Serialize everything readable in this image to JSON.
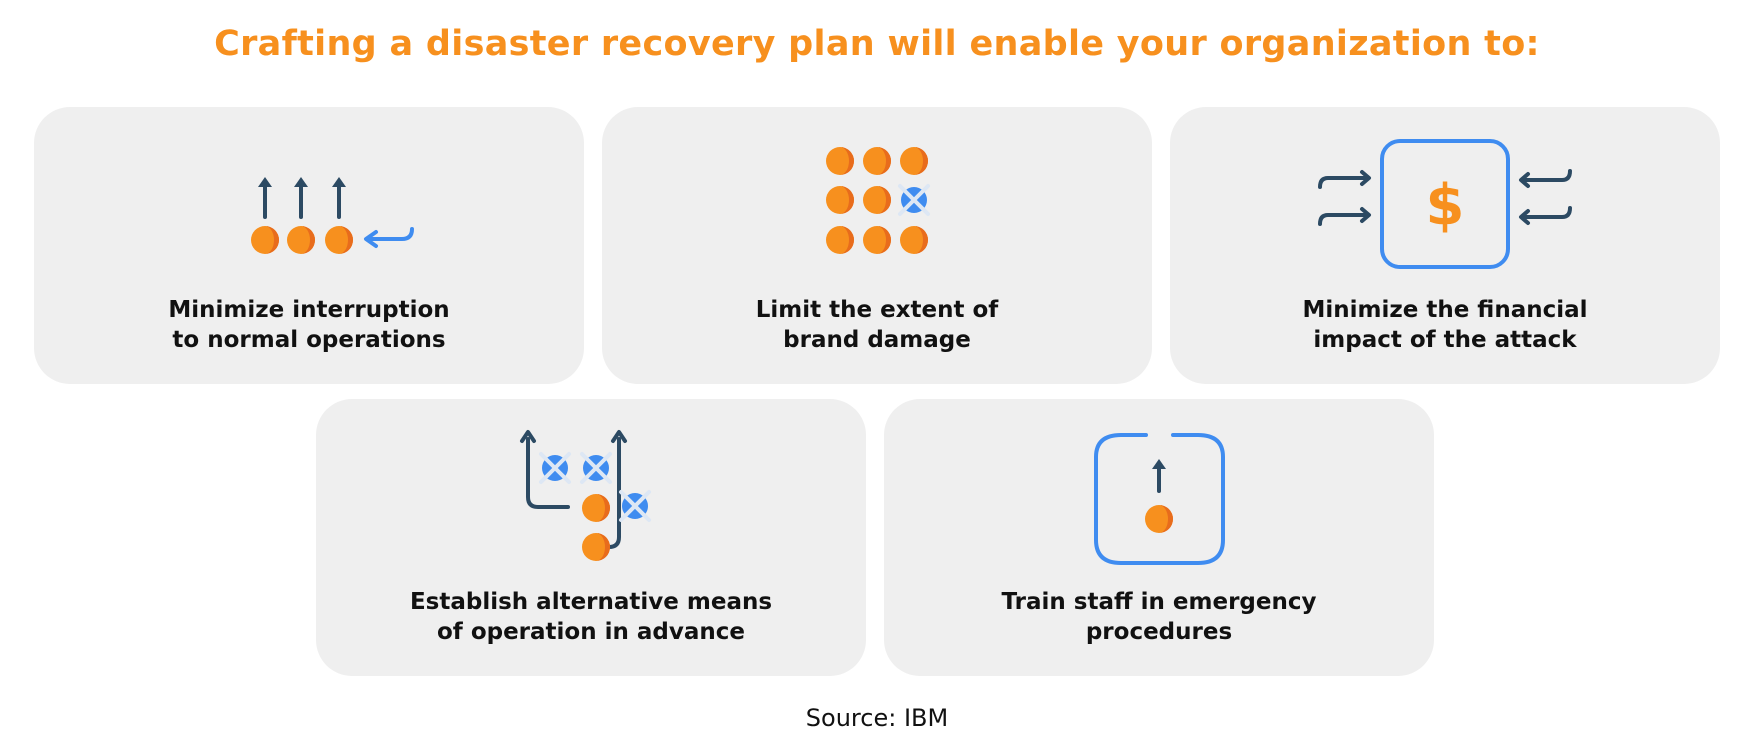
{
  "title": "Crafting a disaster recovery plan will enable your organization to:",
  "colors": {
    "accent_orange": "#f7901e",
    "dark_orange": "#e86c1c",
    "blue": "#3f8cf0",
    "navy": "#2c4a63",
    "card_bg": "#efefef"
  },
  "cards": [
    {
      "icon": "rising-tokens-icon",
      "line1": "Minimize interruption",
      "line2": "to normal operations"
    },
    {
      "icon": "token-grid-icon",
      "line1": "Limit the extent of",
      "line2": "brand damage"
    },
    {
      "icon": "dollar-exchange-icon",
      "line1": "Minimize the financial",
      "line2": "impact of the attack"
    },
    {
      "icon": "alternative-route-icon",
      "line1": "Establish alternative means",
      "line2": "of operation in advance"
    },
    {
      "icon": "exit-box-icon",
      "line1": "Train staff in emergency",
      "line2": "procedures"
    }
  ],
  "source": "Source: IBM"
}
